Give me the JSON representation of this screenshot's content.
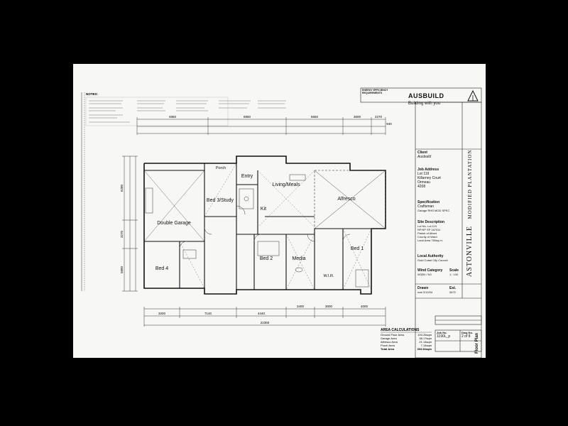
{
  "title_block": {
    "brand_name": "AUSBUILD",
    "brand_tagline": "Building with you",
    "energy_title": "ENERGY EFFICIENCY REQUIREMENTS",
    "client_label": "Client",
    "client_value": "Ausbuild",
    "job_address_label": "Job Address",
    "job_address_lines": [
      "Lot 119",
      "Killarney Court",
      "Ormeau",
      "4208"
    ],
    "specification_label": "Specification",
    "specification_lines": [
      "Craftsman",
      "Garage RHS MOD SPEC"
    ],
    "site_description_label": "Site Description",
    "site_description_lines": [
      "Lot No.   Lot 119",
      "RP/SP     SP 167911",
      "Parish of  Albert",
      "County of  Ward",
      "Land Area 760sq.m."
    ],
    "local_authority_label": "Local Authority",
    "local_authority_value": "Gold Coast City Council",
    "wind_category_label": "Wind Category",
    "wind_category_value": "W33N / N3",
    "scale_label": "Scale",
    "scale_value": "1 : 100",
    "drawn_label": "Drawn",
    "drawn_value": "mat 2/12/04",
    "est_label": "Est.",
    "est_value": "0672",
    "job_no_label": "Job No.",
    "job_no_value": "1190L_p",
    "dwg_no_label": "Dwg No.",
    "dwg_no_value": "2 of 8",
    "design_name": "ASTONVILLE",
    "design_variant": "MODIFIED PLANTATION",
    "sheet_name": "Floor Plan"
  },
  "rooms": {
    "double_garage": "Double Garage",
    "bed4": "Bed 4",
    "bed3_study": "Bed 3/Study",
    "entry": "Entry",
    "living_meals": "Living/Meals",
    "kit": "Kit",
    "alfresco": "Alfresco",
    "bed2": "Bed 2",
    "media": "Media",
    "bed1": "Bed 1",
    "wir": "W.I.R.",
    "porch": "Porch"
  },
  "area_calculations": {
    "title": "AREA CALCULATIONS",
    "rows": [
      {
        "label": "Ground Floor Area",
        "value": "193.26sqm"
      },
      {
        "label": "Garage Area",
        "value": "38.17sqm"
      },
      {
        "label": "Alfresco Area",
        "value": "21.14sqm"
      },
      {
        "label": "Porch Area",
        "value": "7.14sqm"
      },
      {
        "label": "Total Area",
        "value": "303.54sqm"
      }
    ]
  },
  "dimensions": {
    "overall_bottom": "22360",
    "bottom_runs": [
      "3200",
      "7140",
      "4440",
      "3400",
      "3000",
      "4000"
    ],
    "top_runs": [
      "4860",
      "6950",
      "6650",
      "3600",
      "2270",
      "940"
    ],
    "left_runs": [
      "6280",
      "3270",
      "5880"
    ]
  },
  "notes": {
    "title": "NOTES:"
  }
}
